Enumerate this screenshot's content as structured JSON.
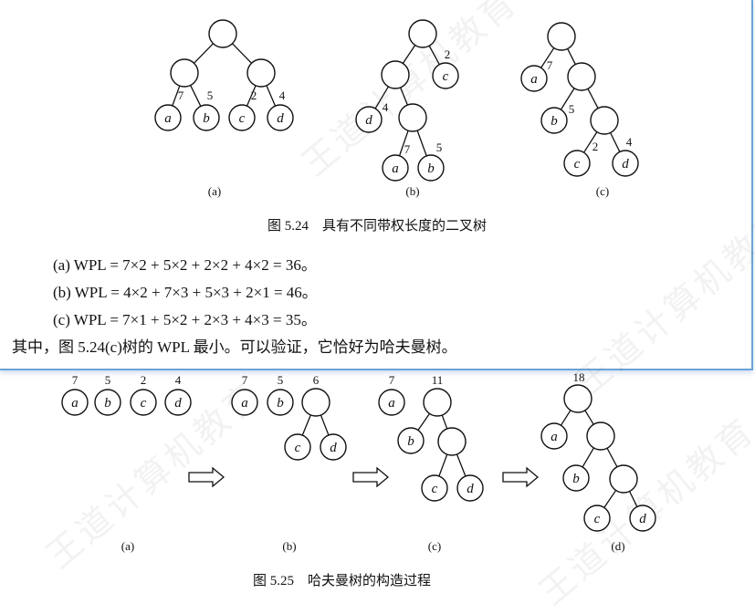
{
  "figure_524": {
    "caption": "图 5.24　具有不同带权长度的二叉树",
    "labels": {
      "a": "(a)",
      "b": "(b)",
      "c": "(c)"
    },
    "leaves": {
      "a": "a",
      "b": "b",
      "c": "c",
      "d": "d"
    },
    "weights": {
      "a": "7",
      "b": "5",
      "c": "2",
      "d": "4"
    }
  },
  "wpl": {
    "line_a": "(a) WPL = 7×2 + 5×2 + 2×2 + 4×2 = 36。",
    "line_b": "(b) WPL = 4×2 + 7×3 + 5×3 + 2×1 = 46。",
    "line_c": "(c) WPL = 7×1 + 5×2 + 2×3 + 4×3 = 35。",
    "conclusion": "其中，图 5.24(c)树的 WPL 最小。可以验证，它恰好为哈夫曼树。"
  },
  "figure_525": {
    "caption": "图 5.25　哈夫曼树的构造过程",
    "labels": {
      "a": "(a)",
      "b": "(b)",
      "c": "(c)",
      "d": "(d)"
    },
    "internal_weights": {
      "six": "6",
      "eleven": "11",
      "eighteen": "18"
    }
  },
  "watermark_text": "王道计算机教育"
}
